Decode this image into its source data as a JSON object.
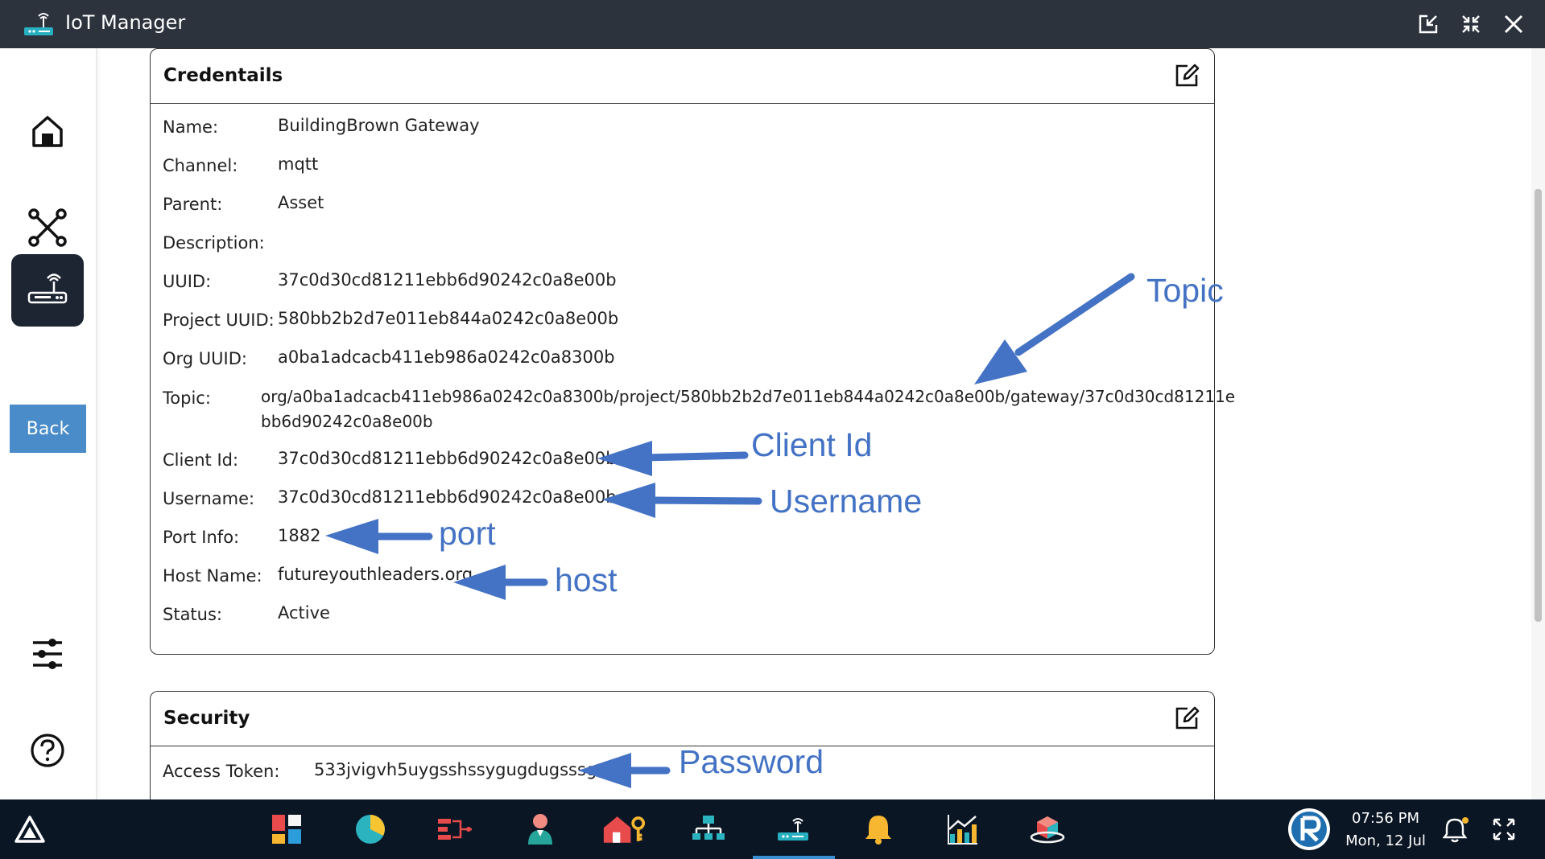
{
  "window": {
    "title": "IoT Manager"
  },
  "sidebar": {
    "back_label": "Back"
  },
  "credentials": {
    "title": "Credentails",
    "fields": [
      {
        "label": "Name:",
        "value": "BuildingBrown Gateway"
      },
      {
        "label": "Channel:",
        "value": "mqtt"
      },
      {
        "label": "Parent:",
        "value": "Asset"
      },
      {
        "label": "Description:",
        "value": ""
      },
      {
        "label": "UUID:",
        "value": "37c0d30cd81211ebb6d90242c0a8e00b"
      },
      {
        "label": "Project UUID:",
        "value": "580bb2b2d7e011eb844a0242c0a8e00b"
      },
      {
        "label": "Org UUID:",
        "value": "a0ba1adcacb411eb986a0242c0a8300b"
      },
      {
        "label": "Topic:",
        "value": "org/a0ba1adcacb411eb986a0242c0a8300b/project/580bb2b2d7e011eb844a0242c0a8e00b/gateway/37c0d30cd81211e",
        "value_line2": "bb6d90242c0a8e00b"
      },
      {
        "label": "Client Id:",
        "value": "37c0d30cd81211ebb6d90242c0a8e00b"
      },
      {
        "label": "Username:",
        "value": "37c0d30cd81211ebb6d90242c0a8e00b"
      },
      {
        "label": "Port Info:",
        "value": "1882"
      },
      {
        "label": "Host Name:",
        "value": "futureyouthleaders.org"
      },
      {
        "label": "Status:",
        "value": "Active"
      }
    ]
  },
  "security": {
    "title": "Security",
    "fields": [
      {
        "label": "Access Token:",
        "value": "533jvigvh5uygsshssygugdugsssgvb"
      }
    ]
  },
  "annotations": {
    "topic": "Topic",
    "client_id": "Client Id",
    "username": "Username",
    "port": "port",
    "host": "host",
    "password": "Password",
    "color": "#4472c4"
  },
  "taskbar": {
    "time": "07:56 PM",
    "date": "Mon, 12 Jul",
    "active_app": "iot-manager"
  },
  "colors": {
    "titlebar": "#2c333d",
    "taskbar": "#0b1624",
    "back_button": "#4a8cc9",
    "sidebar_active": "#1d2533"
  }
}
